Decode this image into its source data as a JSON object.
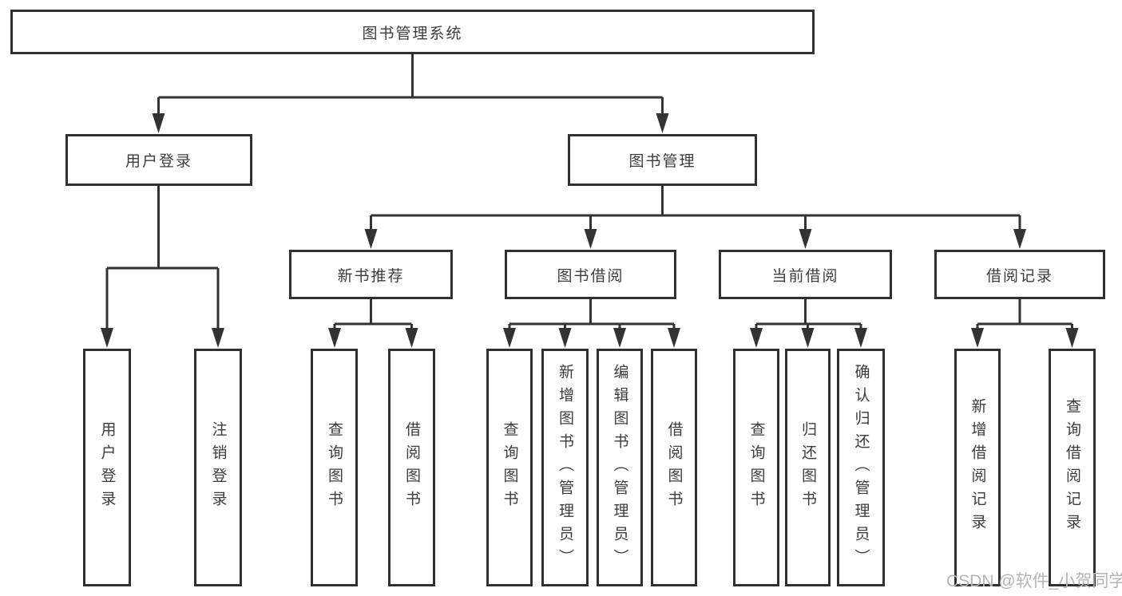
{
  "tree": {
    "root": {
      "label": "图书管理系统"
    },
    "children": [
      {
        "label": "用户登录",
        "children": [
          {
            "label": "用户登录"
          },
          {
            "label": "注销登录"
          }
        ]
      },
      {
        "label": "图书管理",
        "children": [
          {
            "label": "新书推荐",
            "children": [
              {
                "label": "查询图书"
              },
              {
                "label": "借阅图书"
              }
            ]
          },
          {
            "label": "图书借阅",
            "children": [
              {
                "label": "查询图书"
              },
              {
                "label": "新增图书（管理员）"
              },
              {
                "label": "编辑图书（管理员）"
              },
              {
                "label": "借阅图书"
              }
            ]
          },
          {
            "label": "当前借阅",
            "children": [
              {
                "label": "查询图书"
              },
              {
                "label": "归还图书"
              },
              {
                "label": "确认归还（管理员）"
              }
            ]
          },
          {
            "label": "借阅记录",
            "children": [
              {
                "label": "新增借阅记录"
              },
              {
                "label": "查询借阅记录"
              }
            ]
          }
        ]
      }
    ]
  },
  "watermark": "CSDN @软件_小贺同学",
  "colors": {
    "line": "#333333",
    "box_border": "#303030",
    "text": "#3c3c3c",
    "watermark": "#b5b5b5",
    "background": "#ffffff"
  }
}
